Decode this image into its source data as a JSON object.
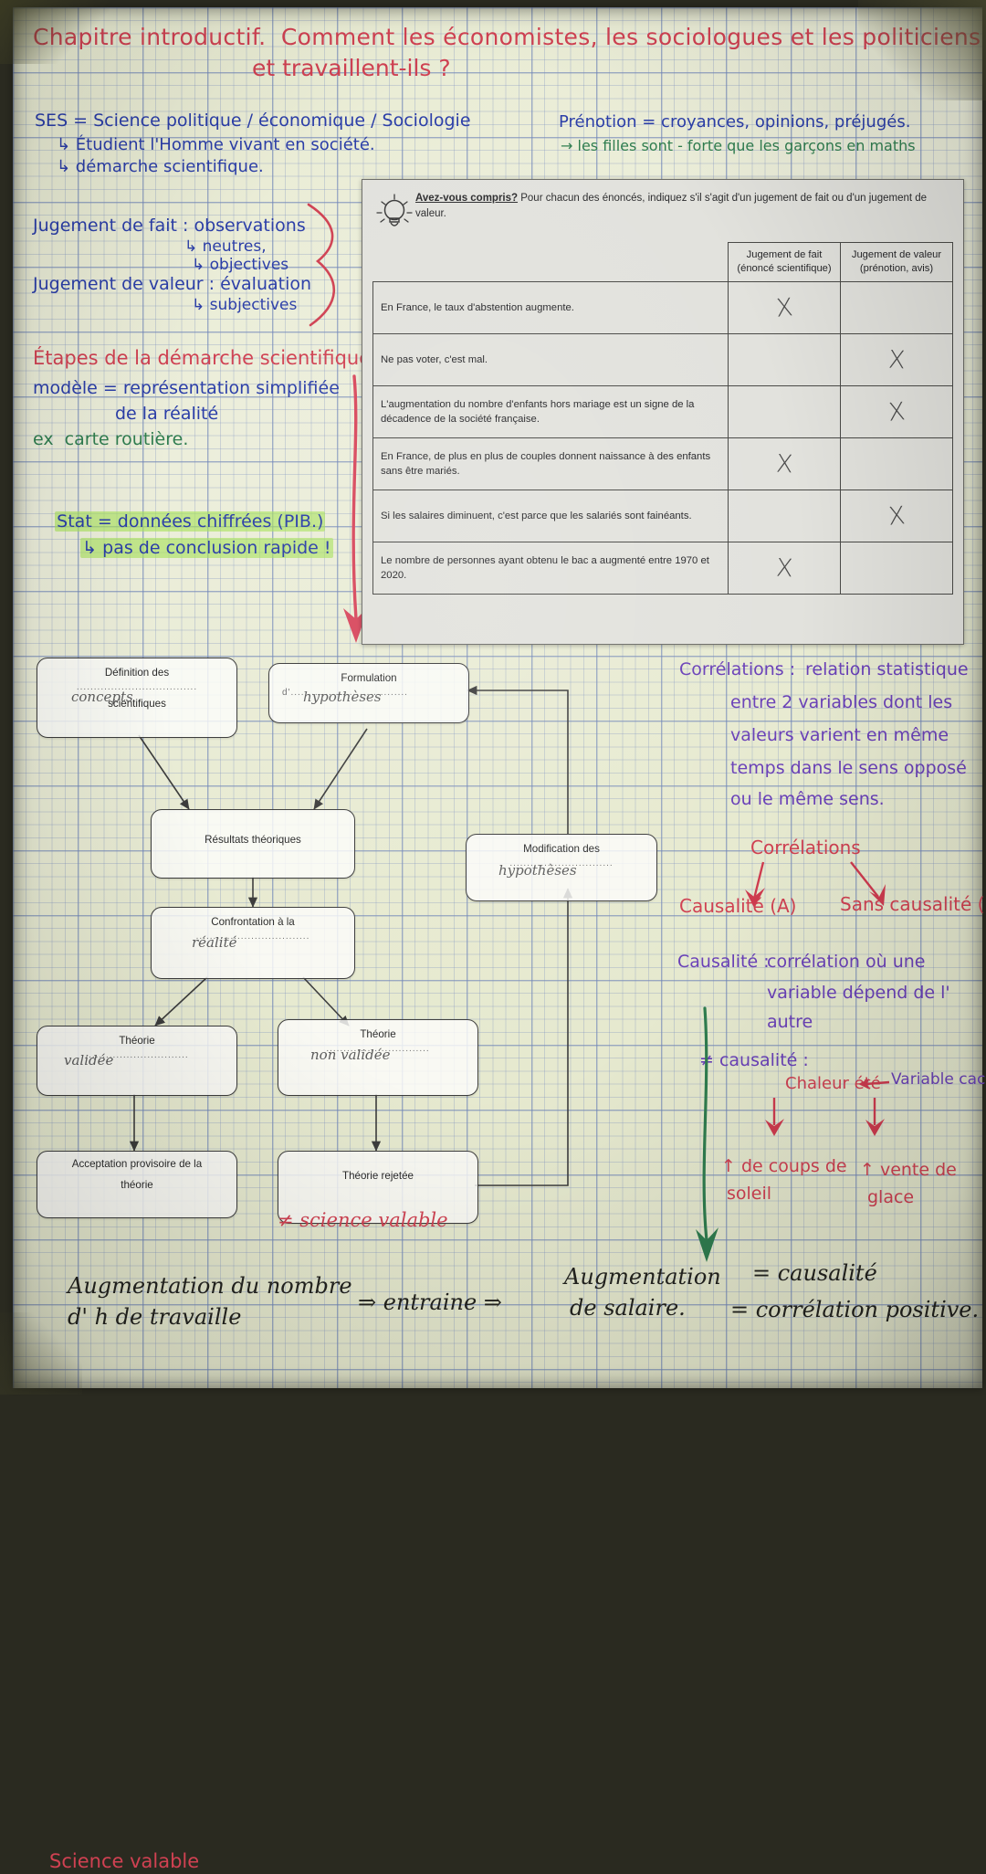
{
  "page": {
    "title_line1": "Chapitre introductif.  Comment les économistes, les sociologues et les politiciens raisonnent-ils",
    "title_line2": "et travaillent-ils ?"
  },
  "notes_left": {
    "ses_def": "SES = Science politique / économique / Sociologie",
    "ses_sub1": "↳ Étudient l'Homme vivant en société.",
    "ses_sub2": "↳ démarche scientifique.",
    "jugement_fait": "Jugement de fait : observations",
    "jugement_fait_sub1": "↳ neutres,",
    "jugement_fait_sub2": "↳ objectives",
    "jugement_valeur": "Jugement de valeur : évaluation",
    "jugement_valeur_sub": "↳ subjectives",
    "etapes_title": "Étapes de la démarche scientifique",
    "modele": "modèle = représentation simplifiée",
    "modele2": "de la réalité",
    "exemple": "ex  carte routière.",
    "stat": "Stat = données chiffrées (PIB.)",
    "stat_sub": "↳ pas de conclusion rapide !"
  },
  "notes_top_right": {
    "prenotion": "Prénotion = croyances, opinions, préjugés.",
    "prenotion_ex": "→ les filles sont - forte que les garçons en maths"
  },
  "worksheet": {
    "icon": "lightbulb-icon",
    "intro_bold": "Avez-vous compris?",
    "intro_rest": " Pour chacun des énoncés, indiquez s'il s'agit d'un jugement de fait ou d'un jugement de valeur.",
    "col_headers": [
      "Jugement de fait\n(énoncé scientifique)",
      "Jugement de valeur\n(prénotion, avis)"
    ],
    "rows": [
      {
        "statement": "En France, le taux d'abstention augmente.",
        "fait": "X",
        "valeur": ""
      },
      {
        "statement": "Ne pas voter, c'est mal.",
        "fait": "",
        "valeur": "X"
      },
      {
        "statement": "L'augmentation du nombre d'enfants hors mariage est un signe de la décadence de la société française.",
        "fait": "",
        "valeur": "X"
      },
      {
        "statement": "En France, de plus en plus de couples donnent naissance à des enfants sans être mariés.",
        "fait": "X",
        "valeur": ""
      },
      {
        "statement": "Si les salaires diminuent, c'est parce que les salariés sont fainéants.",
        "fait": "",
        "valeur": "X"
      },
      {
        "statement": "Le nombre de personnes ayant obtenu le bac a augmenté entre 1970 et 2020.",
        "fait": "X",
        "valeur": ""
      }
    ]
  },
  "flowchart": {
    "boxes": [
      {
        "printed": "Définition des",
        "filled": "concepts",
        "printed2": "scientifiques"
      },
      {
        "printed": "Formulation",
        "prefix": "d'",
        "filled": "hypothèses"
      },
      {
        "printed": "Résultats théoriques",
        "filled": ""
      },
      {
        "printed": "Confrontation à la",
        "filled": "réalité"
      },
      {
        "printed": "Modification des",
        "filled": "hypothèses"
      },
      {
        "printed": "Théorie",
        "filled": "validée"
      },
      {
        "printed": "Théorie",
        "filled": "non validée"
      },
      {
        "printed": "Acceptation provisoire de la",
        "printed2": "théorie",
        "annotation": "Science valable"
      },
      {
        "printed": "Théorie rejetée",
        "annotation": "≠ science valable"
      }
    ]
  },
  "notes_right": {
    "correlation_title": "Corrélations :",
    "correlation_l1": "relation statistique",
    "correlation_l2": "entre 2 variables dont les",
    "correlation_l3": "valeurs varient en même",
    "correlation_l4": "temps dans le sens opposé",
    "correlation_l5": "ou le même sens.",
    "branch_title": "Corrélations",
    "branch_a": "Causalité (A)",
    "branch_b": "Sans causalité (B)",
    "causalite_title": "Causalité :",
    "causalite_l1": "corrélation où une",
    "causalite_l2": "variable dépend de l'",
    "causalite_l3": "autre",
    "non_causalite": "≠ causalité :",
    "chaleur": "Chaleur été",
    "variable_cachee": "Variable cachée.",
    "effect_left_l1": "↑ de coups de",
    "effect_left_l2": "soleil",
    "effect_right_l1": "↑ vente de",
    "effect_right_l2": "glace"
  },
  "notes_bottom": {
    "left_l1": "Augmentation du nombre",
    "left_l2": "d' h de travaille",
    "arrow": "⇒ entraine ⇒",
    "right_l1": "Augmentation",
    "right_l2": "de salaire.",
    "eq1": "= causalité",
    "eq2": "= corrélation positive."
  },
  "colors": {
    "red_pen": "#d04152",
    "blue_pen": "#2b3ea8",
    "green_pen": "#2f7d4f",
    "purple_pen": "#6a41b8",
    "pink_pen": "#c63f78",
    "highlight": "#a8e25a"
  }
}
